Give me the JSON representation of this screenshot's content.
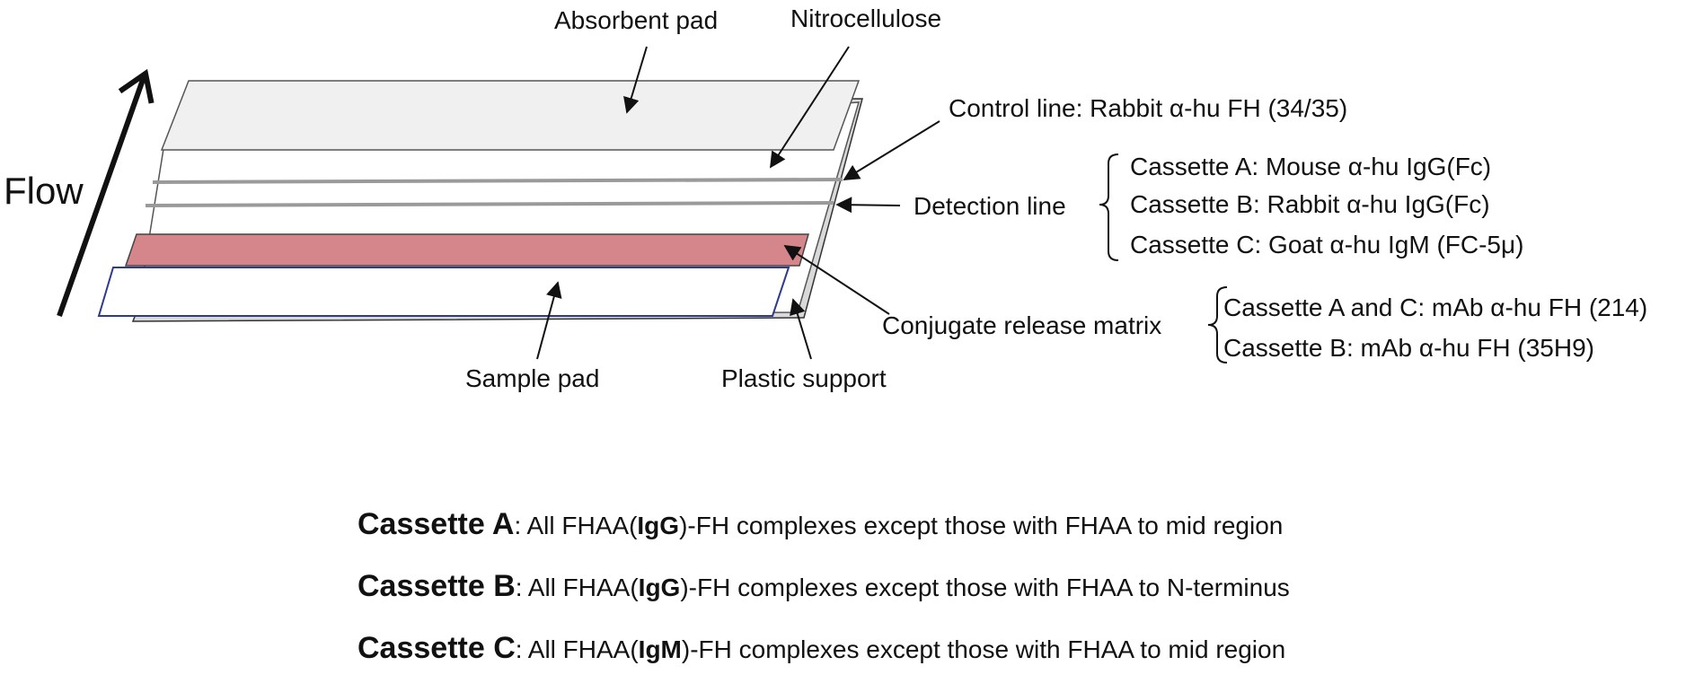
{
  "flow_label": "Flow",
  "layers": {
    "absorbent_pad": "Absorbent pad",
    "nitrocellulose": "Nitrocellulose",
    "sample_pad": "Sample pad",
    "plastic_support": "Plastic support"
  },
  "control_line": {
    "prefix": "Control line: Rabbit ",
    "alpha": "α",
    "suffix": "-hu FH (34/35)"
  },
  "detection_line": {
    "label": "Detection line",
    "items": [
      {
        "prefix": "Cassette A: Mouse ",
        "alpha": "α",
        "suffix": "-hu IgG(Fc)"
      },
      {
        "prefix": "Cassette B: Rabbit ",
        "alpha": "α",
        "suffix": "-hu IgG(Fc)"
      },
      {
        "prefix": "Cassette C: Goat ",
        "alpha": "α",
        "suffix": "-hu IgM (FC-5μ)"
      }
    ]
  },
  "conjugate": {
    "label": "Conjugate release matrix",
    "items": [
      {
        "prefix": "Cassette A and C: mAb ",
        "alpha": "α",
        "suffix": "-hu FH (214)"
      },
      {
        "prefix": "Cassette B: mAb ",
        "alpha": "α",
        "suffix": "-hu FH (35H9)"
      }
    ]
  },
  "summary": [
    {
      "name": "Cassette A",
      "pre": ": All FHAA(",
      "ig": "IgG",
      "post": ")-FH complexes except those with FHAA to mid region"
    },
    {
      "name": "Cassette B",
      "pre": ": All FHAA(",
      "ig": "IgG",
      "post": ")-FH complexes except those with FHAA to N-terminus"
    },
    {
      "name": "Cassette C",
      "pre": ": All FHAA(",
      "ig": "IgM",
      "post": ")-FH complexes except those with FHAA to mid region"
    }
  ],
  "colors": {
    "absorbent_pad_fill": "#f0f0f0",
    "conjugate_fill": "#d4868a",
    "sample_pad_border": "#2e3a8c",
    "plastic_support_fill": "#d9d9d9",
    "line_gray": "#9a9a9a"
  }
}
